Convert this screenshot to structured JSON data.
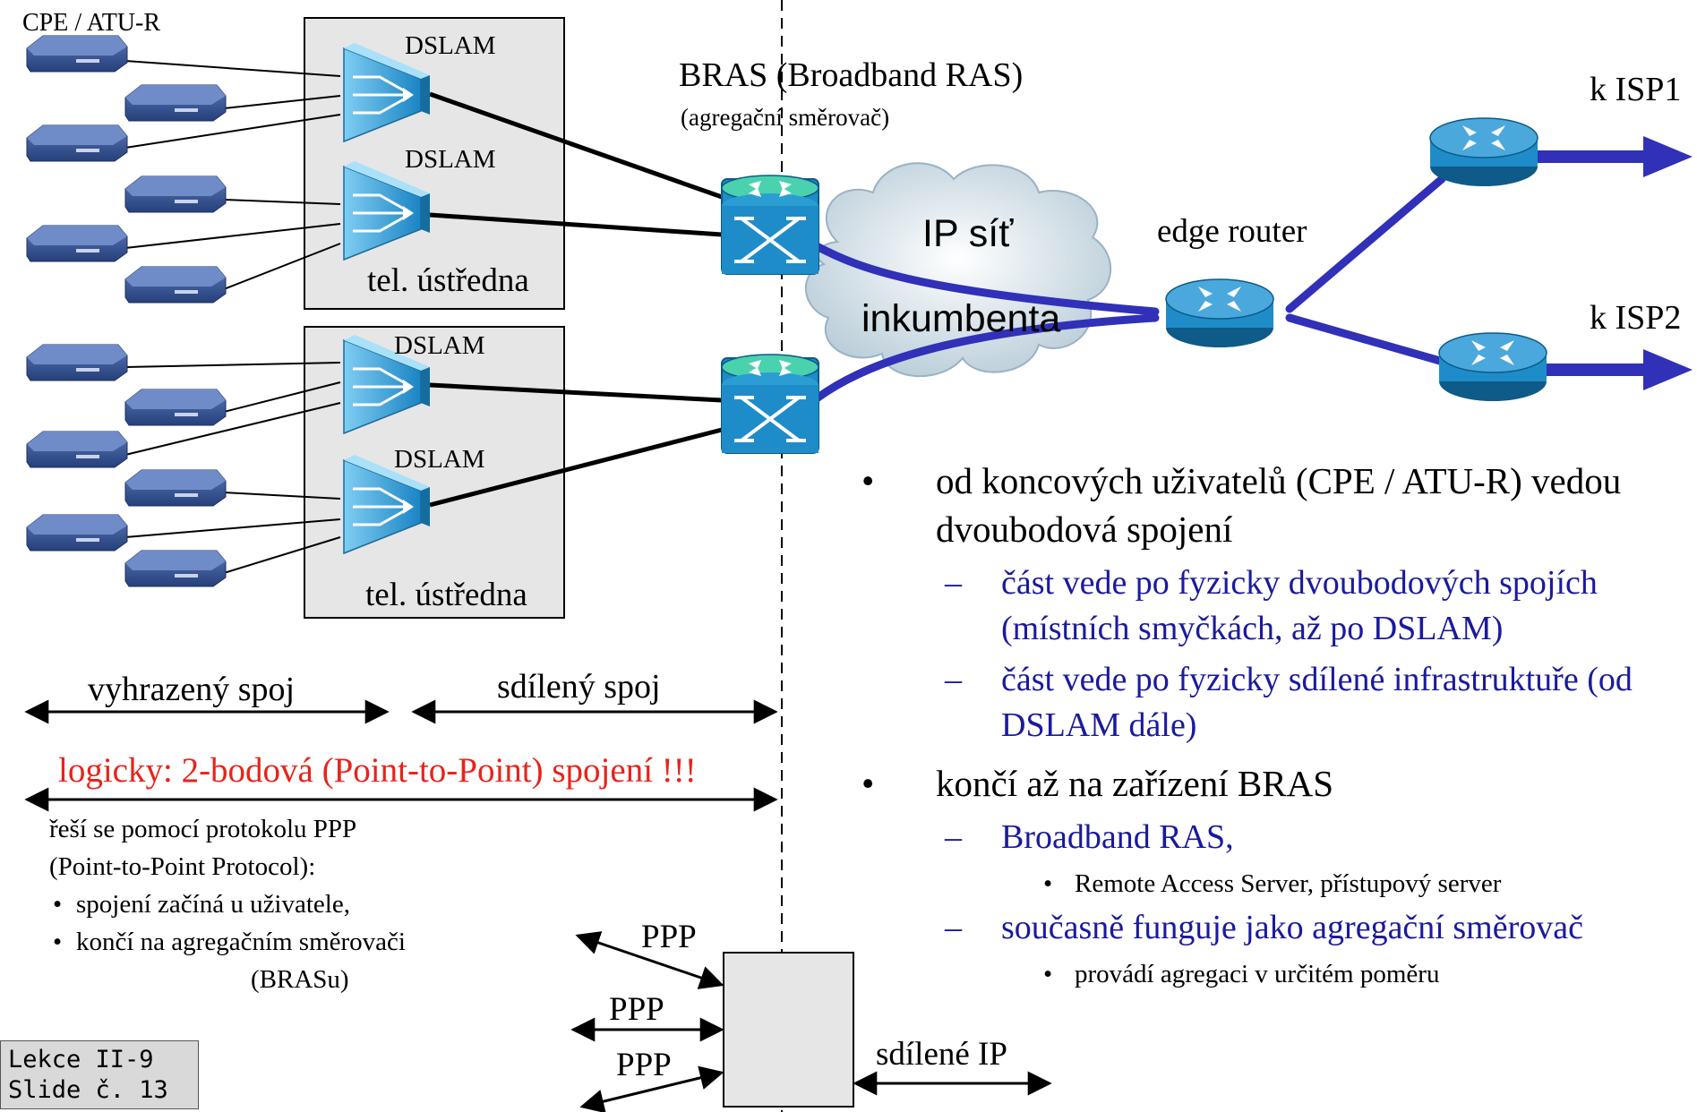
{
  "top_labels": {
    "cpe": "CPE / ATU-R",
    "bras_title": "BRAS (Broadband RAS)",
    "bras_sub": "(agregační směrovač)",
    "isp1": "k ISP1",
    "isp2": "k ISP2",
    "edge_router": "edge router"
  },
  "dslam_label": "DSLAM",
  "exchange_label": "tel. ústředna",
  "cloud": {
    "line1": "IP síť",
    "line2": "inkumbenta"
  },
  "spans": {
    "dedicated": "vyhrazený spoj",
    "shared": "sdílený spoj"
  },
  "logical": "logicky:  2-bodová (Point-to-Point) spojení !!!",
  "ppp_notes": {
    "line1": "řeší se pomocí protokolu PPP",
    "line2": "(Point-to-Point Protocol):",
    "item1": "spojení začíná u uživatele,",
    "item2": "končí na agregačním směrovači",
    "item3": "(BRASu)"
  },
  "ppp_box": {
    "ppp": "PPP",
    "shared_ip": "sdílené IP"
  },
  "bullets": {
    "b1": "od koncových uživatelů (CPE / ATU-R) vedou dvoubodová spojení",
    "b1_s1": "část vede po fyzicky dvoubodových spojích (místních smyčkách, až po DSLAM)",
    "b1_s2": "část vede po fyzicky sdílené infrastruktuře (od DSLAM dále)",
    "b2": "končí až na zařízení BRAS",
    "b2_s1": "Broadband RAS,",
    "b2_s1_1": "Remote Access Server, přístupový server",
    "b2_s2": "současně funguje jako agregační směrovač",
    "b2_s2_1": "provádí agregaci v určitém poměru"
  },
  "badge": {
    "line1": "Lekce II-9",
    "line2": "Slide č. 13"
  },
  "colors": {
    "link_blue": "#3030b8",
    "device_blue": "#1e8cc8",
    "bras_green": "#3cc8a0",
    "text_blue": "#1a1a9e",
    "text_red": "#e8231a"
  }
}
